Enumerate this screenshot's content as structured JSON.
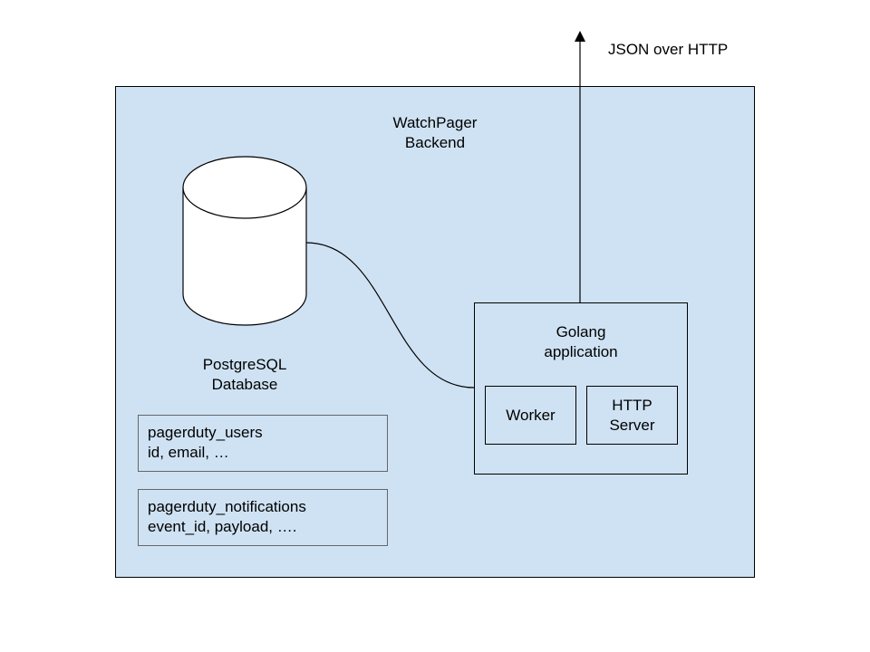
{
  "backend": {
    "title_line1": "WatchPager",
    "title_line2": "Backend"
  },
  "database": {
    "label_line1": "PostgreSQL",
    "label_line2": "Database",
    "tables": [
      {
        "name": "pagerduty_users",
        "columns": "id, email, …"
      },
      {
        "name": "pagerduty_notifications",
        "columns": "event_id, payload, …."
      }
    ]
  },
  "application": {
    "title_line1": "Golang",
    "title_line2": "application",
    "worker_label": "Worker",
    "http_label_line1": "HTTP",
    "http_label_line2": "Server"
  },
  "output": {
    "label": "JSON over HTTP"
  }
}
